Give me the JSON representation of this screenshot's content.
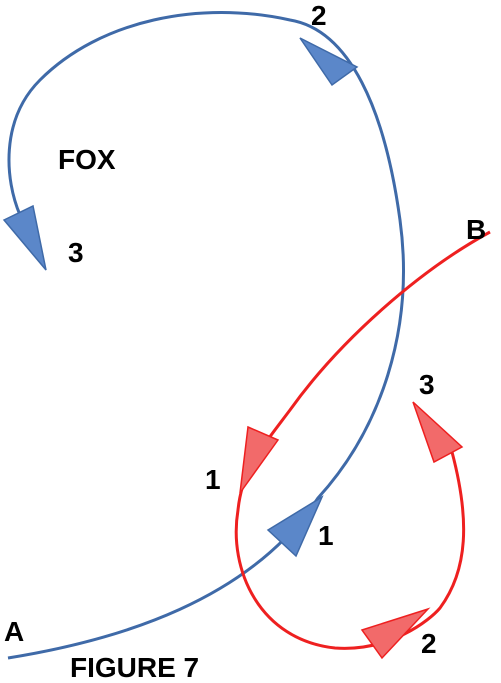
{
  "figure": {
    "title": "FIGURE 7",
    "animal_label": "FOX",
    "colors": {
      "blue_path": "#3f6aa8",
      "blue_arrow_fill": "#5b87c9",
      "red_path": "#ee2020",
      "red_arrow_fill": "#f26a6a"
    }
  },
  "blue_path": {
    "start_label": "A",
    "markers": [
      "1",
      "2",
      "3"
    ]
  },
  "red_path": {
    "start_label": "B",
    "markers": [
      "1",
      "2",
      "3"
    ]
  }
}
